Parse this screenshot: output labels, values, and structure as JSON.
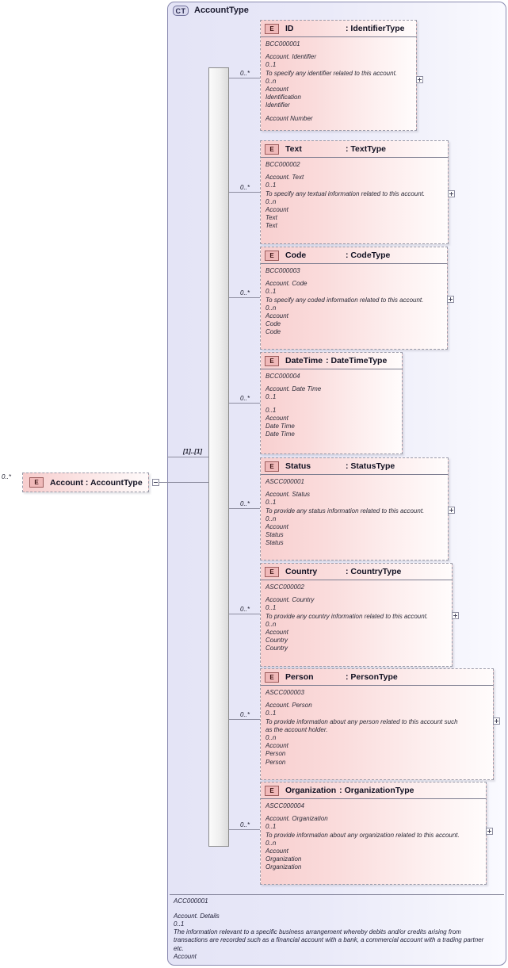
{
  "diagram": {
    "kind": "xsd-schema-diagram",
    "complex_type": {
      "badge": "CT",
      "name": "AccountType",
      "id": "ACC000001",
      "doc_lines": [
        "Account. Details",
        "0..1",
        "The information relevant to a specific business arrangement whereby debits and/or credits arising from transactions are recorded such as a financial account with a bank, a commercial account with a trading partner etc.",
        "Account"
      ]
    },
    "root_element": {
      "badge": "E",
      "label": "Account : AccountType",
      "cardinality": "0..*",
      "collapse_icon": "minus-expander"
    },
    "compositor": {
      "icon": "sequence-icon",
      "occurs": "[1]..[1]"
    },
    "child_cardinality": "0..*",
    "elements": [
      {
        "badge": "E",
        "name": "ID",
        "type": ": IdentifierType",
        "id": "BCC000001",
        "lines": [
          "Account. Identifier",
          "0..1",
          "To specify any identifier related to this account.",
          "0..n",
          "Account",
          "Identification",
          "Identifier",
          "",
          "Account Number"
        ],
        "expander": "plus"
      },
      {
        "badge": "E",
        "name": "Text",
        "type": ": TextType",
        "id": "BCC000002",
        "lines": [
          "Account. Text",
          "0..1",
          "To specify any textual information related to this account.",
          "0..n",
          "Account",
          "Text",
          "Text"
        ],
        "expander": "plus"
      },
      {
        "badge": "E",
        "name": "Code",
        "type": ": CodeType",
        "id": "BCC000003",
        "lines": [
          "Account. Code",
          "0..1",
          "To specify any coded information related to this account.",
          "0..n",
          "Account",
          "Code",
          "Code"
        ],
        "expander": "plus"
      },
      {
        "badge": "E",
        "name": "DateTime",
        "type": ": DateTimeType",
        "id": "BCC000004",
        "lines": [
          "Account. Date Time",
          "0..1",
          "",
          "0..1",
          "Account",
          "Date Time",
          "Date Time"
        ],
        "expander": "none"
      },
      {
        "badge": "E",
        "name": "Status",
        "type": ": StatusType",
        "id": "ASCC000001",
        "lines": [
          "Account. Status",
          "0..1",
          "To provide any status information related to this account.",
          "0..n",
          "Account",
          "Status",
          "Status"
        ],
        "expander": "plus"
      },
      {
        "badge": "E",
        "name": "Country",
        "type": ": CountryType",
        "id": "ASCC000002",
        "lines": [
          "Account. Country",
          "0..1",
          "To provide any country information related to this account.",
          "0..n",
          "Account",
          "Country",
          "Country"
        ],
        "expander": "plus"
      },
      {
        "badge": "E",
        "name": "Person",
        "type": ": PersonType",
        "id": "ASCC000003",
        "lines": [
          "Account. Person",
          "0..1",
          "To provide information about any person related to this account such as the account holder.",
          "0..n",
          "Account",
          "Person",
          "Person"
        ],
        "expander": "plus"
      },
      {
        "badge": "E",
        "name": "Organization",
        "type": ": OrganizationType",
        "id": "ASCC000004",
        "lines": [
          "Account. Organization",
          "0..1",
          "To provide information about any organization related to this account.",
          "0..n",
          "Account",
          "Organization",
          "Organization"
        ],
        "expander": "plus"
      }
    ]
  },
  "colors": {
    "container_border": "#8a8ab0",
    "container_fill": "#e6e6f7",
    "element_fill": "#f8cfcf",
    "element_border": "#9a9aa8",
    "badge_fill": "#f0b9b9",
    "connector": "#8d8da0"
  }
}
